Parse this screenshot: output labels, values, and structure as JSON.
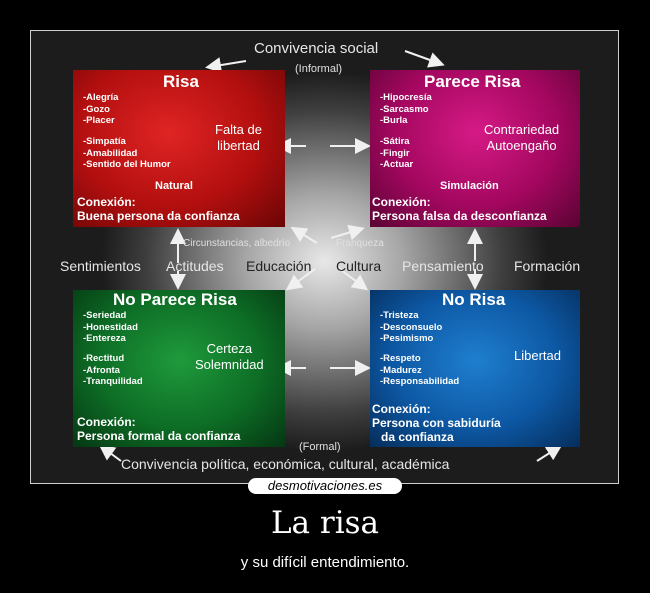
{
  "diagram": {
    "top_label": "Convivencia social",
    "top_sub": "(Informal)",
    "bottom_sub": "(Formal)",
    "bottom_label": "Convivencia política, económica, cultural, académica",
    "center_left_small": "Circunstancias, albedrío",
    "center_right_small": "Franqueza",
    "middle_labels": [
      "Sentimientos",
      "Actitudes",
      "Educación",
      "Cultura",
      "Pensamiento",
      "Formación"
    ],
    "quadrants": {
      "risa": {
        "title": "Risa",
        "items1": [
          "-Alegría",
          "-Gozo",
          "-Placer"
        ],
        "items2": [
          "-Simpatía",
          "-Amabilidad",
          "-Sentido del Humor"
        ],
        "middle": [
          "Falta de",
          "libertad"
        ],
        "tag": "Natural",
        "conexion_label": "Conexión:",
        "conexion_text": "Buena persona  da confianza"
      },
      "parece_risa": {
        "title": "Parece Risa",
        "items1": [
          "-Hipocresía",
          "-Sarcasmo",
          "-Burla"
        ],
        "items2": [
          "-Sátira",
          "-Fingir",
          "-Actuar"
        ],
        "middle": [
          "Contrariedad",
          "Autoengaño"
        ],
        "tag": "Simulación",
        "conexion_label": "Conexión:",
        "conexion_text": "Persona falsa  da desconfianza"
      },
      "no_parece_risa": {
        "title": "No Parece Risa",
        "items1": [
          "-Seriedad",
          "-Honestidad",
          "-Entereza"
        ],
        "items2": [
          "-Rectitud",
          "-Afronta",
          "-Tranquilidad"
        ],
        "middle": [
          "Certeza",
          "Solemnidad"
        ],
        "conexion_label": "Conexión:",
        "conexion_text": "Persona formal  da confianza"
      },
      "no_risa": {
        "title": "No Risa",
        "items1": [
          "-Tristeza",
          "-Desconsuelo",
          "-Pesimismo"
        ],
        "items2": [
          "-Respeto",
          "-Madurez",
          "-Responsabilidad"
        ],
        "middle": [
          "Libertad"
        ],
        "conexion_label": "Conexión:",
        "conexion_text1": "Persona con sabiduría",
        "conexion_text2": "da confianza"
      }
    }
  },
  "site_badge": "desmotivaciones.es",
  "caption": {
    "title": "La risa",
    "subtitle": "y su difícil entendimiento."
  },
  "colors": {
    "risa": "#c41414",
    "parece_risa": "#b00868",
    "no_parece_risa": "#0e7a2a",
    "no_risa": "#0f62b3",
    "background": "#000000"
  }
}
